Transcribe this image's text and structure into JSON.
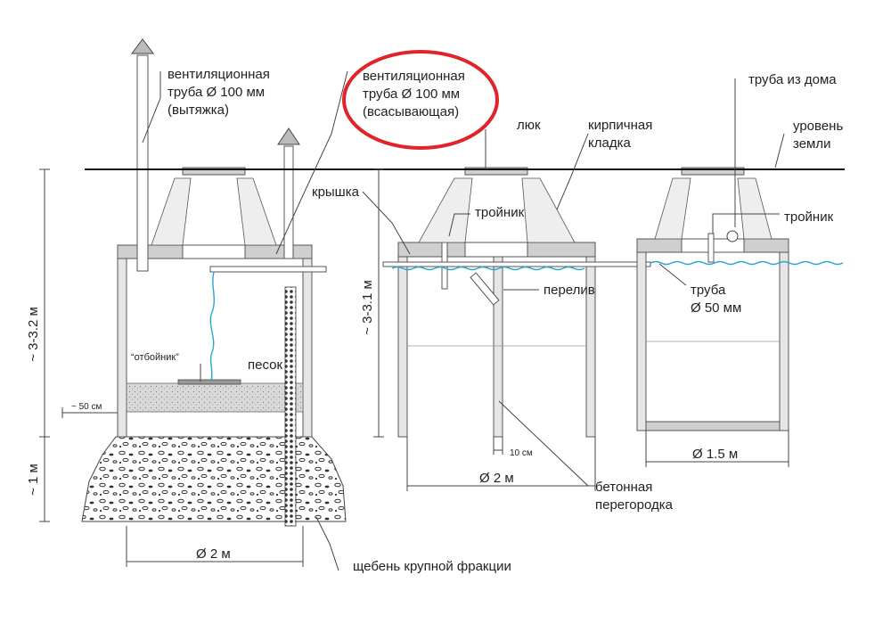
{
  "labels": {
    "vent_exhaust": [
      "вентиляционная",
      "труба Ø 100 мм",
      "(вытяжка)"
    ],
    "vent_intake": [
      "вентиляционная",
      "труба Ø 100 мм",
      "(всасывающая)"
    ],
    "hatch": "люк",
    "brickwork": [
      "кирпичная",
      "кладка"
    ],
    "pipe_from_house": "труба из дома",
    "ground_level": [
      "уровень",
      "земли"
    ],
    "lid": "крышка",
    "tee_1": "тройник",
    "tee_2": "тройник",
    "overflow": "перелив",
    "pipe_50": [
      "труба",
      "Ø 50 мм"
    ],
    "bumper": "“отбойник”",
    "sand": "песок",
    "dim_50cm": "~ 50 см",
    "dim_10cm": "10 см",
    "dim_depth_left": "~ 3-3.2 м",
    "dim_depth_mid": "~ 3-3.1 м",
    "dim_1m": "~ 1 м",
    "dia_left": "Ø 2 м",
    "dia_mid": "Ø 2 м",
    "dia_right": "Ø 1.5 м",
    "partition": [
      "бетонная",
      "перегородка"
    ],
    "gravel": "щебень крупной фракции"
  },
  "colors": {
    "highlight_ellipse": "#e0242a",
    "water": "#2aa6cf",
    "ground_line": "#111111"
  }
}
